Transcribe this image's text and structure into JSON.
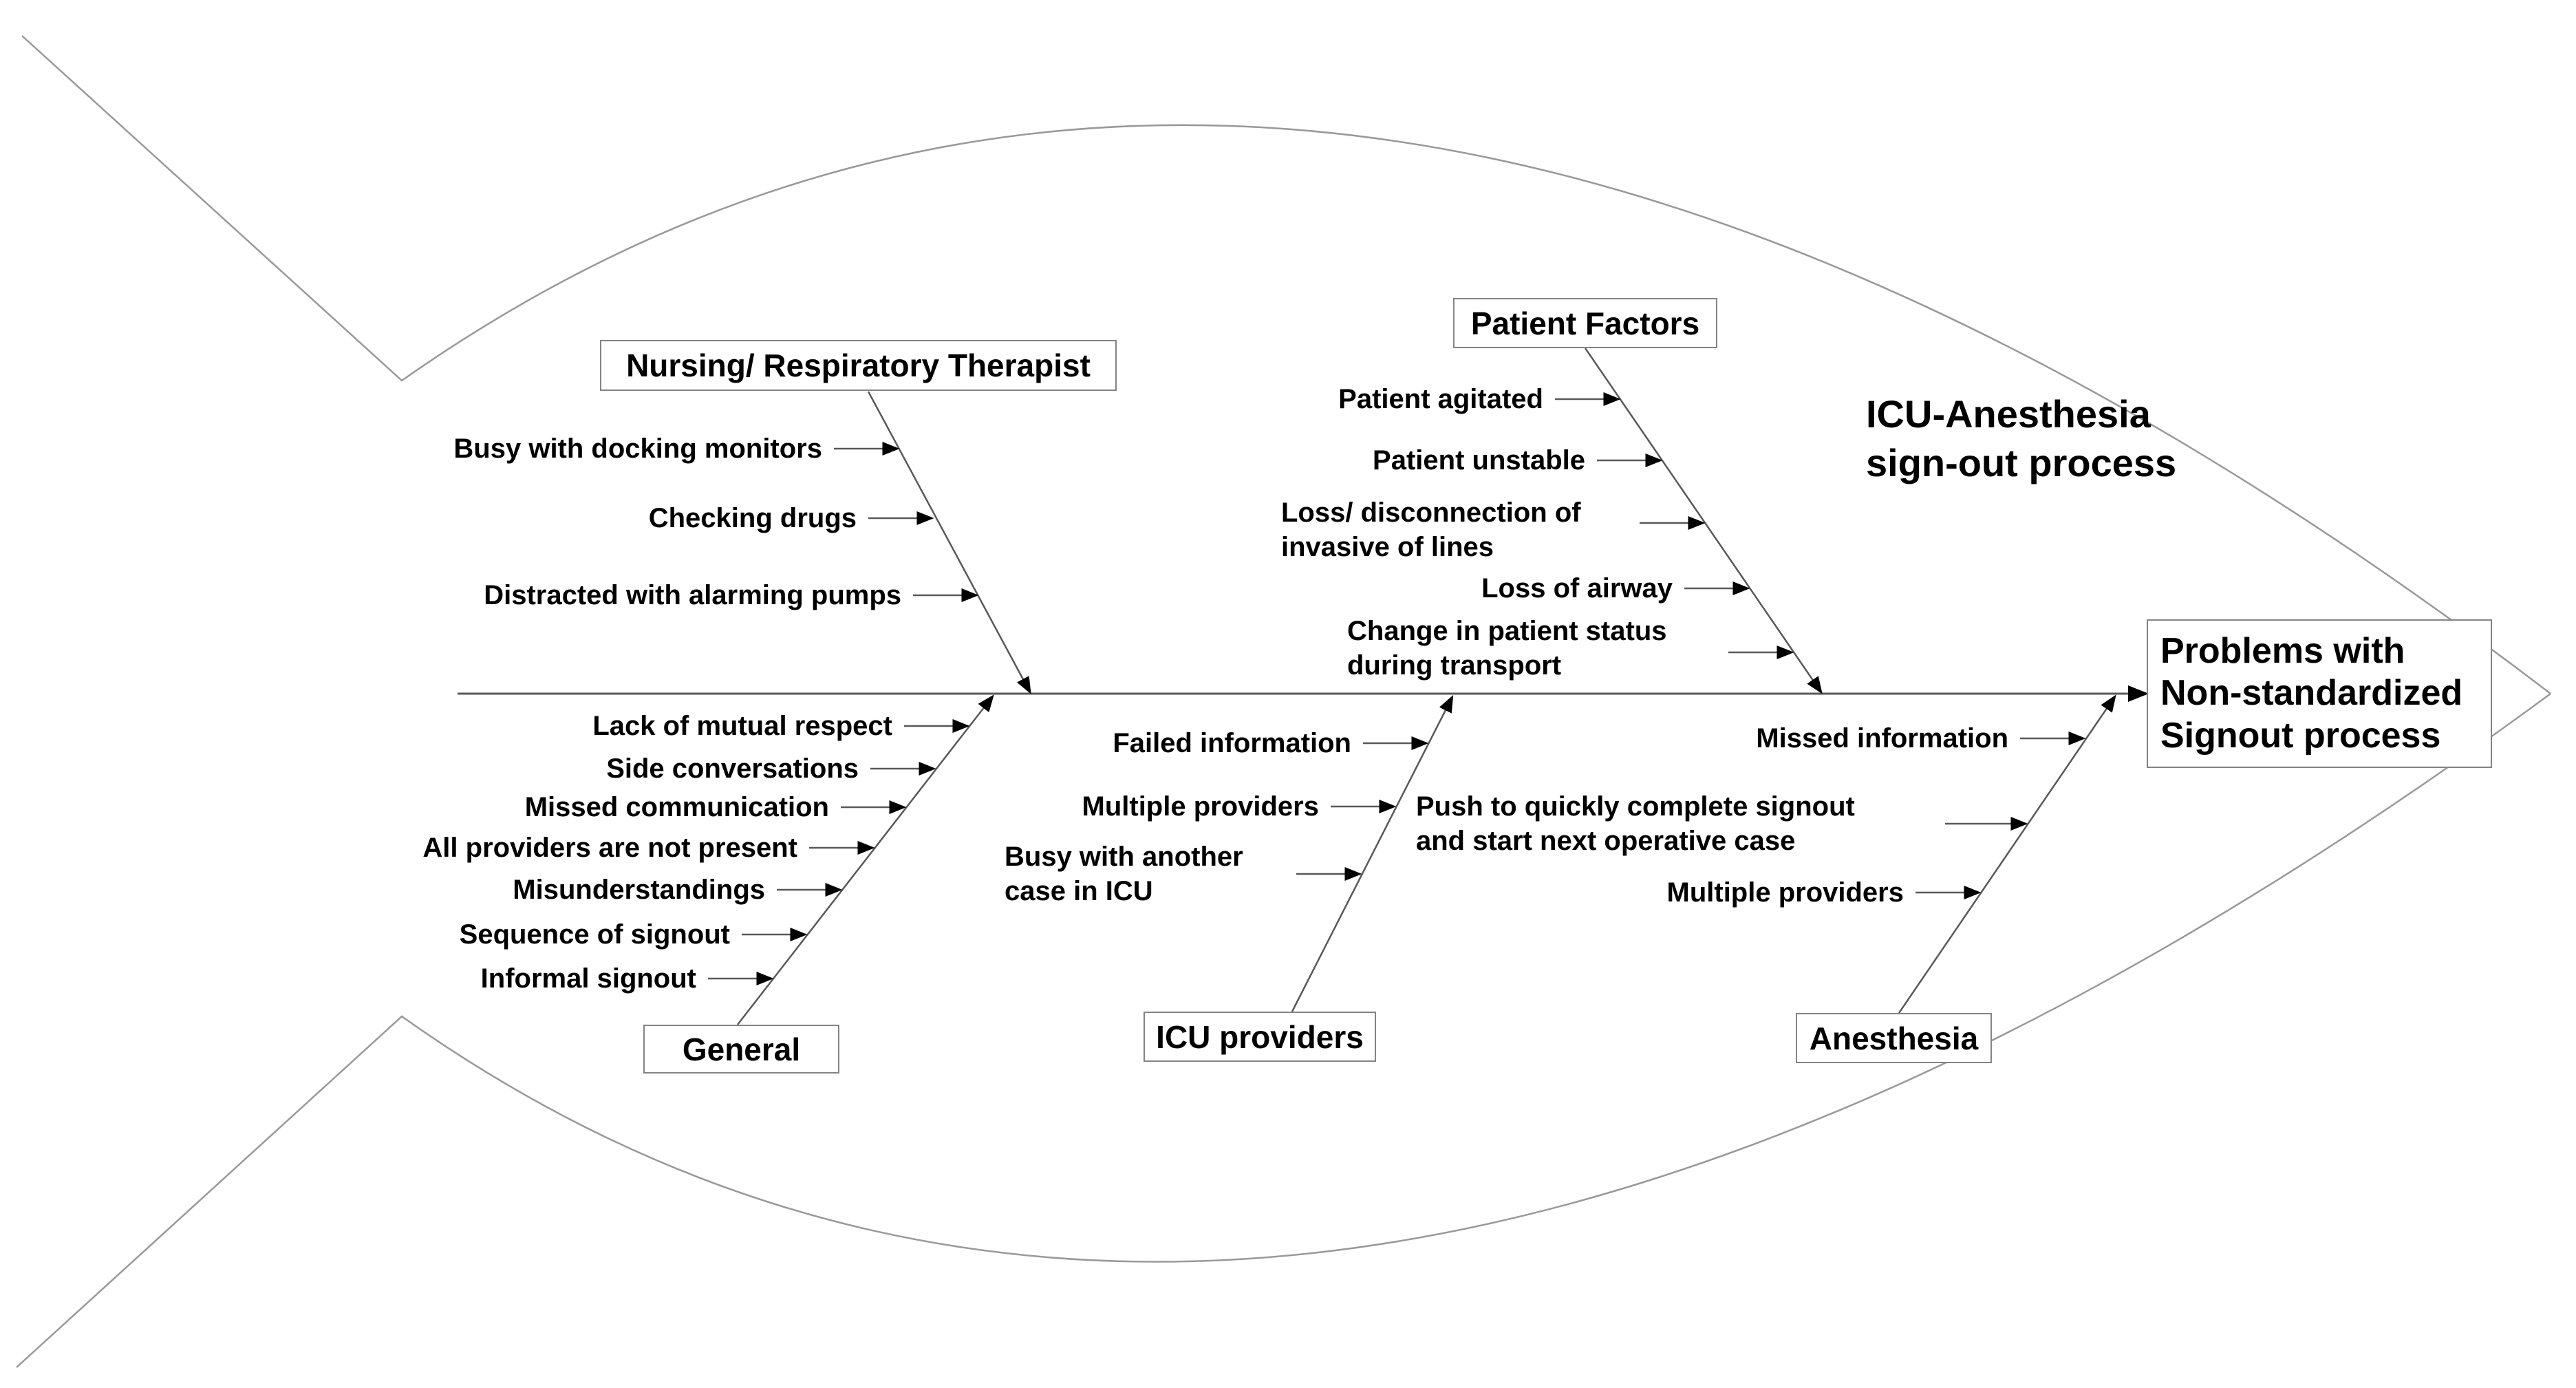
{
  "title": {
    "text": "ICU-Anesthesia\nsign-out process"
  },
  "effect": {
    "text": "Problems with\nNon-standardized\nSignout process"
  },
  "categories": {
    "nursing": {
      "label": "Nursing/ Respiratory Therapist",
      "causes": [
        "Busy with docking monitors",
        "Checking drugs",
        "Distracted with alarming pumps"
      ]
    },
    "patient_factors": {
      "label": "Patient Factors",
      "causes": [
        "Patient agitated",
        "Patient unstable",
        "Loss/ disconnection of\ninvasive of lines",
        "Loss of airway",
        "Change in patient status\nduring transport"
      ]
    },
    "general": {
      "label": "General",
      "causes": [
        "Lack of mutual respect",
        "Side conversations",
        "Missed communication",
        "All providers are not present",
        "Misunderstandings",
        "Sequence of signout",
        "Informal signout"
      ]
    },
    "icu_providers": {
      "label": "ICU providers",
      "causes": [
        "Failed information",
        "Multiple providers",
        "Busy with another\ncase in ICU"
      ]
    },
    "anesthesia": {
      "label": "Anesthesia",
      "causes": [
        "Missed information",
        "Push to quickly complete signout\nand start next operative case",
        "Multiple providers"
      ]
    }
  },
  "colors": {
    "background": "#ffffff",
    "fish_outline": "#999999",
    "bone_line": "#595959",
    "arrowhead": "#000000",
    "box_border": "#848484",
    "text": "#000000"
  }
}
